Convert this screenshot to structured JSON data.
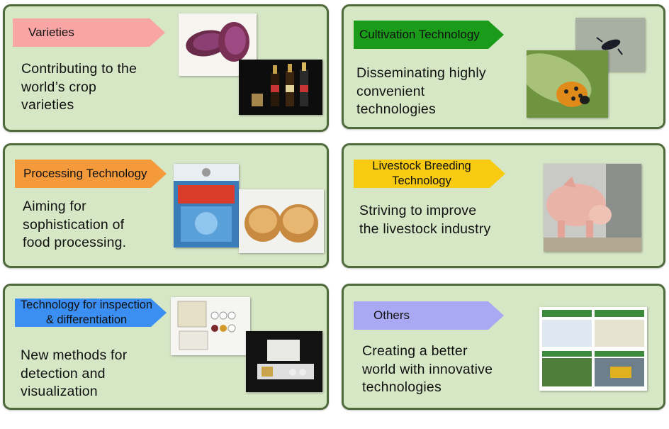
{
  "cards": [
    {
      "tag": "Varieties",
      "tag_color": "#f9a5a5",
      "text": [
        "Contributing to the",
        "world’s crop",
        "varieties"
      ]
    },
    {
      "tag": "Cultivation Technology",
      "tag_color": "#1a9b1a",
      "text": [
        "Disseminating highly",
        "convenient",
        "technologies"
      ]
    },
    {
      "tag": "Processing Technology",
      "tag_color": "#f59a3a",
      "text": [
        "Aiming for",
        "sophistication of",
        "food processing."
      ]
    },
    {
      "tag_lines": [
        "Livestock Breeding",
        "Technology"
      ],
      "tag_color": "#f8cb12",
      "text": [
        "Striving to improve",
        "the livestock industry"
      ]
    },
    {
      "tag_lines": [
        "Technology for inspection",
        "& differentiation"
      ],
      "tag_color": "#3c8ff2",
      "text": [
        "New methods for",
        "detection and",
        "visualization"
      ]
    },
    {
      "tag": "Others",
      "tag_color": "#a9a9f3",
      "text": [
        "Creating a better",
        "world with innovative",
        "technologies"
      ]
    }
  ]
}
